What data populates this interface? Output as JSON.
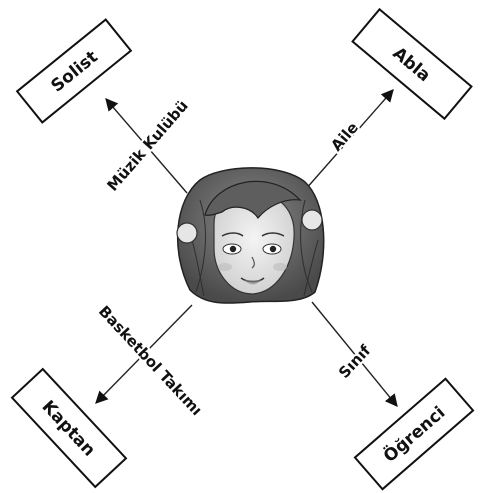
{
  "center": {
    "icon": "girl-face-illustration"
  },
  "nodes": {
    "top_left": {
      "label": "Solist"
    },
    "top_right": {
      "label": "Abla"
    },
    "bottom_left": {
      "label": "Kaptan"
    },
    "bottom_right": {
      "label": "Öğrenci"
    }
  },
  "edges": {
    "top_left": {
      "label": "Müzik Kulübü"
    },
    "top_right": {
      "label": "Aile"
    },
    "bottom_left": {
      "label": "Basketbol Takımı"
    },
    "bottom_right": {
      "label": "Sınıf"
    }
  }
}
